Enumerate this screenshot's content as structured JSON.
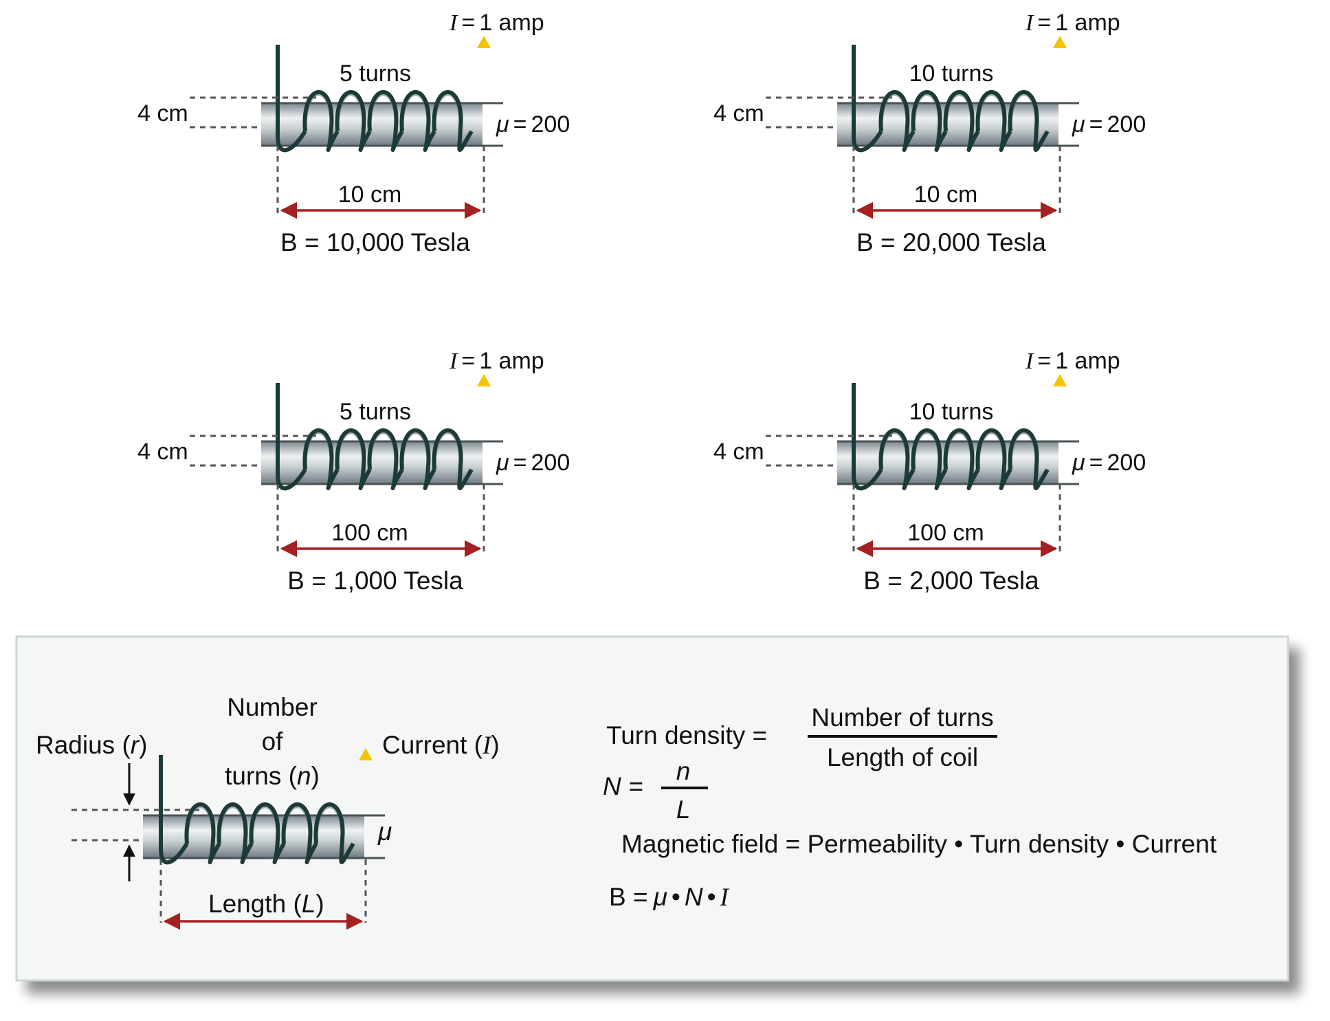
{
  "panels": [
    {
      "current": "1 amp",
      "current_symbol": "I",
      "turns": "5 turns",
      "diameter": "4 cm",
      "mu_value": "200",
      "length": "10 cm",
      "field": "B = 10,000 Tesla"
    },
    {
      "current": "1 amp",
      "current_symbol": "I",
      "turns": "10 turns",
      "diameter": "4 cm",
      "mu_value": "200",
      "length": "10 cm",
      "field": "B = 20,000 Tesla"
    },
    {
      "current": "1 amp",
      "current_symbol": "I",
      "turns": "5 turns",
      "diameter": "4 cm",
      "mu_value": "200",
      "length": "100 cm",
      "field": "B = 1,000 Tesla"
    },
    {
      "current": "1 amp",
      "current_symbol": "I",
      "turns": "10 turns",
      "diameter": "4 cm",
      "mu_value": "200",
      "length": "100 cm",
      "field": "B = 2,000 Tesla"
    }
  ],
  "legend": {
    "radius_label": "Radius (",
    "radius_symbol": "r",
    "radius_close": ")",
    "turns_line1": "Number",
    "turns_line2": "of",
    "turns_line3": "turns (",
    "turns_symbol": "n",
    "turns_close": ")",
    "current_label": "Current (",
    "current_symbol": "I",
    "current_close": ")",
    "mu_symbol": "μ",
    "length_label": "Length (",
    "length_symbol": "L",
    "length_close": ")",
    "eq1_lhs": "Turn density =",
    "eq1_numerator": "Number of turns",
    "eq1_denominator": "Length of coil",
    "eq2_lhs": "N =",
    "eq2_numerator": "n",
    "eq2_denominator": "L",
    "eq3": "Magnetic field = Permeability • Turn density • Current",
    "eq4_prefix": "B =",
    "eq4_mu": "μ",
    "eq4_dot1": "•",
    "eq4_n": "N",
    "eq4_dot2": "•",
    "eq4_i": "I"
  },
  "colors": {
    "wire": "#1c3a38",
    "core_light": "#e8ecee",
    "core_dark": "#8a949a",
    "dimension_arrow": "#a52020",
    "current_arrow": "#f5c400",
    "panel_bg": "#f5f7f7",
    "panel_border": "#cfd5d7",
    "panel_shadow": "#bfc4c6"
  }
}
